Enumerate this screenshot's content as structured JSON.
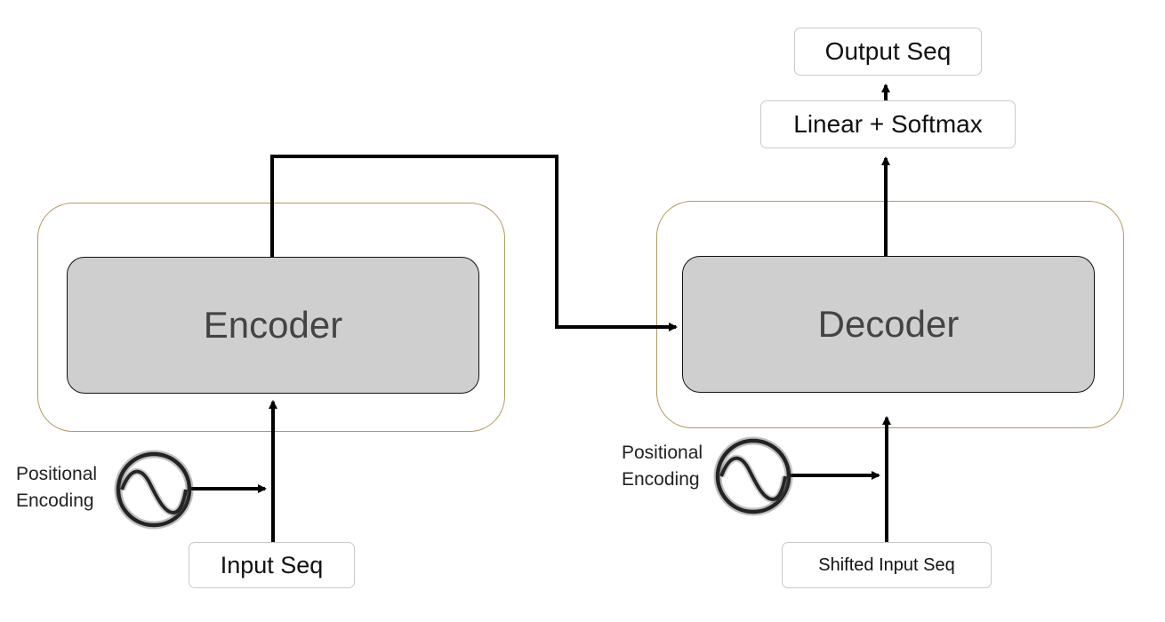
{
  "encoder": {
    "label": "Encoder"
  },
  "decoder": {
    "label": "Decoder"
  },
  "output_seq": {
    "label": "Output Seq"
  },
  "linear_softmax": {
    "label": "Linear + Softmax"
  },
  "input_seq": {
    "label": "Input Seq"
  },
  "shifted_input_seq": {
    "label": "Shifted Input Seq"
  },
  "encoder_positional_encoding": {
    "line1": "Positional",
    "line2": "Encoding",
    "icon": "sine-wave-icon"
  },
  "decoder_positional_encoding": {
    "line1": "Positional",
    "line2": "Encoding",
    "icon": "sine-wave-icon"
  },
  "colors": {
    "block_fill": "#d0cfd0",
    "block_border": "#111111",
    "outer_border": "#b09a5c",
    "arrow": "#000000",
    "label_border": "#c9c9c9"
  }
}
